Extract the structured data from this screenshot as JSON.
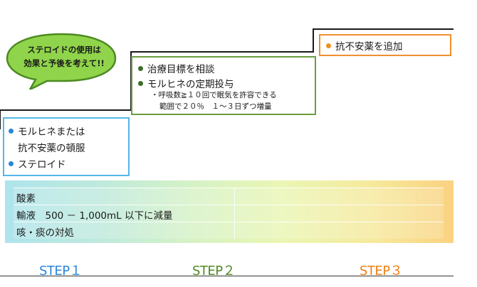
{
  "bubble": {
    "line1": "ステロイドの使用は",
    "line2": "効果と予後を考えて!!"
  },
  "step1_box": {
    "items": [
      "モルヒネまたは",
      "抗不安薬の頓服",
      "ステロイド"
    ]
  },
  "step2_box": {
    "items": [
      "治療目標を相談",
      "モルヒネの定期投与"
    ],
    "sub1": "・呼吸数≧１０回で眠気を許容できる",
    "sub2": "範囲で２０％　１～３日ずつ増量"
  },
  "step3_box": {
    "items": [
      "抗不安薬を追加"
    ]
  },
  "band": {
    "rows": [
      "酸素",
      "輸液　500 － 1,000mL 以下に減量",
      "咳・痰の対処"
    ]
  },
  "steps": [
    "STEP１",
    "STEP２",
    "STEP３"
  ],
  "colors": {
    "step1": "#2b86d9",
    "step2": "#4d8a22",
    "step3": "#f07e12",
    "bubble": "#8fd44a"
  }
}
